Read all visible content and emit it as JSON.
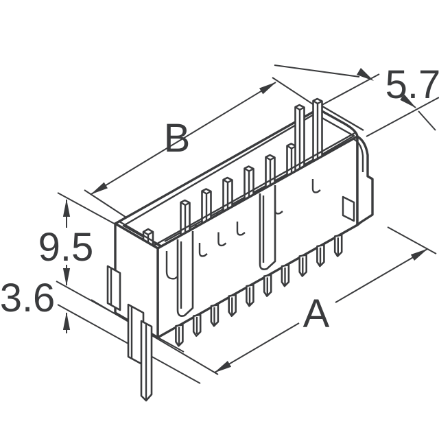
{
  "drawing": {
    "type": "isometric dimensional outline drawing",
    "subject": "vertical shrouded pin header connector with through-hole pins",
    "background_color": "#ffffff",
    "line_color": "#3a3b3d"
  },
  "dimension_labels": {
    "top_length": "B",
    "bottom_length": "A",
    "body_height": "9.5",
    "pin_protrusion": "3.6",
    "body_width": "5.7"
  }
}
